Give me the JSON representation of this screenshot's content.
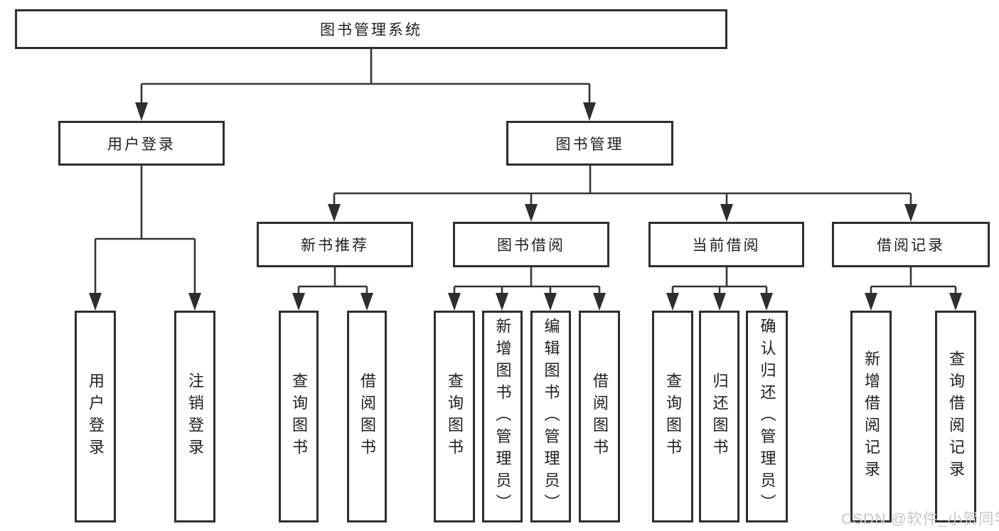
{
  "diagram": {
    "type": "hierarchy-tree",
    "root": {
      "label": "图书管理系统"
    },
    "level2": [
      {
        "id": "user-login",
        "label": "用户登录"
      },
      {
        "id": "book-management",
        "label": "图书管理"
      }
    ],
    "level3": [
      {
        "id": "new-book-recommend",
        "label": "新书推荐",
        "parent": "book-management"
      },
      {
        "id": "book-borrow",
        "label": "图书借阅",
        "parent": "book-management"
      },
      {
        "id": "current-borrow",
        "label": "当前借阅",
        "parent": "book-management"
      },
      {
        "id": "borrow-records",
        "label": "借阅记录",
        "parent": "book-management"
      }
    ],
    "leaves": {
      "user_login": [
        {
          "label": "用户登录"
        },
        {
          "label": "注销登录"
        }
      ],
      "new_book_recommend": [
        {
          "label": "查询图书"
        },
        {
          "label": "借阅图书"
        }
      ],
      "book_borrow": [
        {
          "label": "查询图书"
        },
        {
          "label": "新增图书（管理员）"
        },
        {
          "label": "编辑图书（管理员）"
        },
        {
          "label": "借阅图书"
        }
      ],
      "current_borrow": [
        {
          "label": "查询图书"
        },
        {
          "label": "归还图书"
        },
        {
          "label": "确认归还（管理员）"
        }
      ],
      "borrow_records": [
        {
          "label": "新增借阅记录"
        },
        {
          "label": "查询借阅记录"
        }
      ]
    }
  },
  "colors": {
    "line": "#363636",
    "box_border": "#2e2e2e",
    "box_background": "#ffffff",
    "text": "#1f1f1f",
    "watermark": "#c6c6c6",
    "background": "#ffffff"
  },
  "watermark": {
    "text": "CSDN @软件_小贺同学"
  }
}
